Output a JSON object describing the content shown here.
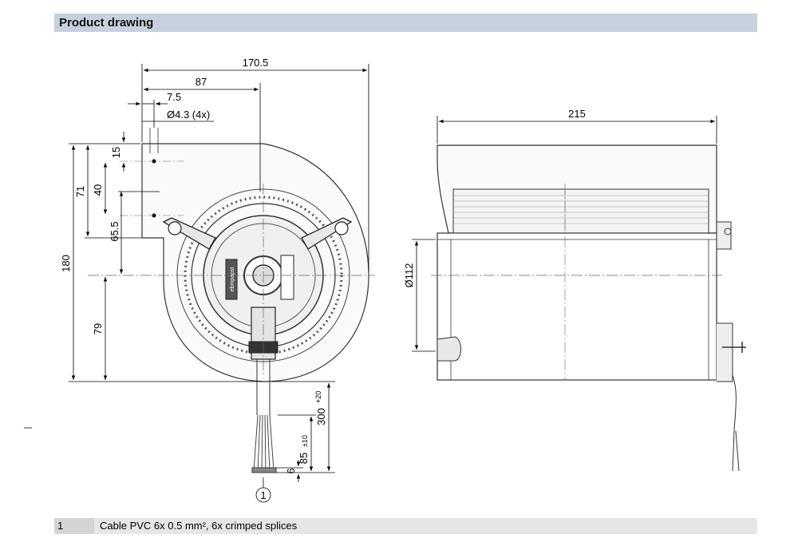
{
  "header": {
    "title": "Product drawing"
  },
  "front_view": {
    "dim_overall_width": "170.5",
    "dim_center_offset": "87",
    "dim_hole_offset": "7.5",
    "dim_hole_dia": "Ø4.3 (4x)",
    "dim_15": "15",
    "dim_40": "40",
    "dim_71": "71",
    "dim_65_5": "65.5",
    "dim_180": "180",
    "dim_79": "79",
    "dim_cable_length": "300",
    "dim_cable_length_tol": "+20",
    "dim_strip_length": "85",
    "dim_strip_length_tol": "±10",
    "dim_6": "6",
    "callout_1": "1",
    "label_brand": "ebmpapst"
  },
  "side_view": {
    "dim_width": "215",
    "dim_outlet_dia": "Ø112"
  },
  "notes": [
    {
      "num": "1",
      "text": "Cable PVC 6x 0.5 mm², 6x crimped splices"
    }
  ]
}
